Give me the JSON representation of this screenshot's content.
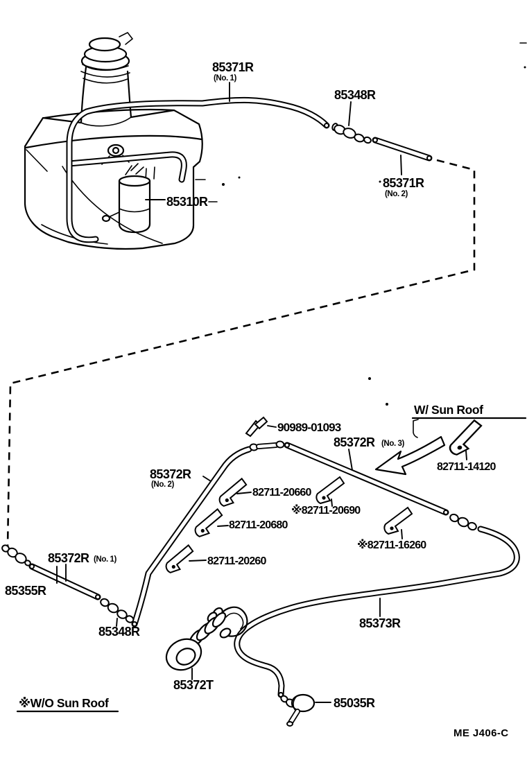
{
  "figure": {
    "drawing_code": "ME J406-C",
    "with_sunroof_note": "W/ Sun Roof",
    "without_sunroof_note": "※W/O Sun Roof"
  },
  "parts": {
    "hose_85371r_no1": {
      "number": "85371R",
      "variant": "(No. 1)"
    },
    "joint_85348r_top": {
      "number": "85348R"
    },
    "hose_85371r_no2": {
      "number": "85371R",
      "variant": "(No. 2)"
    },
    "pump_85310r": {
      "number": "85310R"
    },
    "clip_90989": {
      "number": "90989-01093"
    },
    "hose_85372r_no3": {
      "number": "85372R",
      "variant": "(No. 3)"
    },
    "clamp_14120": {
      "number": "82711-14120"
    },
    "hose_85372r_no2": {
      "number": "85372R",
      "variant": "(No. 2)"
    },
    "clamp_20660": {
      "number": "82711-20660"
    },
    "clamp_20690": {
      "number": "※82711-20690"
    },
    "clamp_20680": {
      "number": "82711-20680"
    },
    "clamp_16260": {
      "number": "※82711-16260"
    },
    "hose_85372r_no1": {
      "number": "85372R",
      "variant": "(No. 1)"
    },
    "clamp_20260": {
      "number": "82711-20260"
    },
    "nozzle_85355r": {
      "number": "85355R"
    },
    "joint_85348r_bottom": {
      "number": "85348R"
    },
    "hose_85373r": {
      "number": "85373R"
    },
    "grommet_85372t": {
      "number": "85372T"
    },
    "nozzle_85035r": {
      "number": "85035R"
    }
  }
}
